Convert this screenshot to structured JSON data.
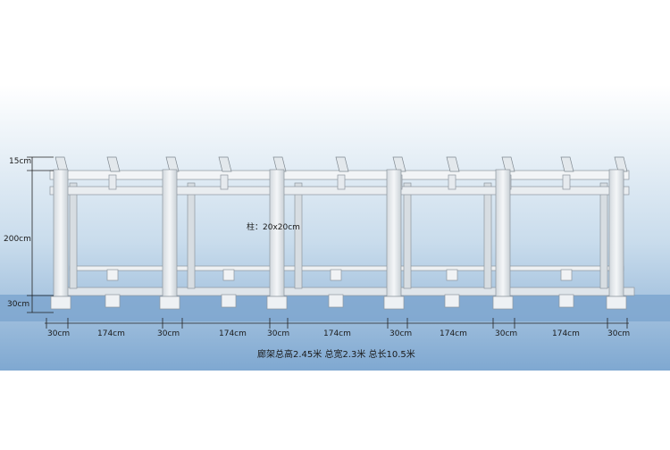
{
  "dimensions": {
    "left": [
      "15cm",
      "200cm",
      "30cm"
    ],
    "bottom": [
      "30cm",
      "174cm",
      "30cm",
      "174cm",
      "30cm",
      "174cm",
      "30cm",
      "174cm",
      "30cm",
      "174cm",
      "30cm"
    ]
  },
  "column_note": "柱：20x20cm",
  "caption": "廊架总高2.45米  总宽2.3米  总长10.5米",
  "colors": {
    "sky_top": "#ffffff",
    "sky_bottom": "#8fb4d8",
    "stone": "#e8ecef",
    "stone_edge": "#9aa3aa",
    "line": "#222222"
  }
}
